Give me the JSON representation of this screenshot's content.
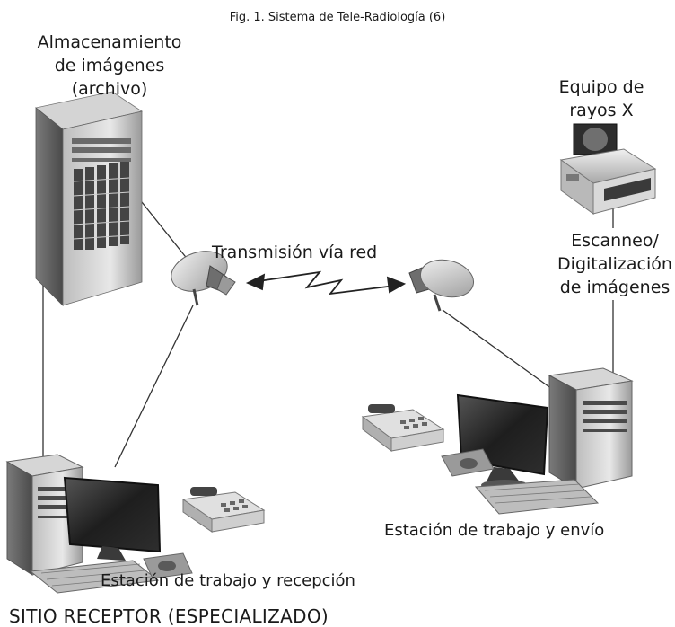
{
  "figure": {
    "caption": "Fig. 1. Sistema de Tele-Radiología (6)"
  },
  "nodes": {
    "storage_label_line1": "Almacenamiento",
    "storage_label_line2": "de imágenes",
    "storage_label_line3": "(archivo)",
    "xray_label_line1": "Equipo de",
    "xray_label_line2": "rayos X",
    "scan_label_line1": "Escanneo/",
    "scan_label_line2": "Digitalización",
    "scan_label_line3": "de imágenes",
    "sending_station_label": "Estación de trabajo y envío",
    "receiving_station_label": "Estación de trabajo y recepción"
  },
  "links": {
    "network_label": "Transmisión vía red"
  },
  "site_label": "SITIO RECEPTOR (ESPECIALIZADO)",
  "colors": {
    "line": "#333333",
    "device_dark": "#3a3a3a",
    "device_mid": "#8a8a8a",
    "device_light": "#d6d6d6"
  }
}
